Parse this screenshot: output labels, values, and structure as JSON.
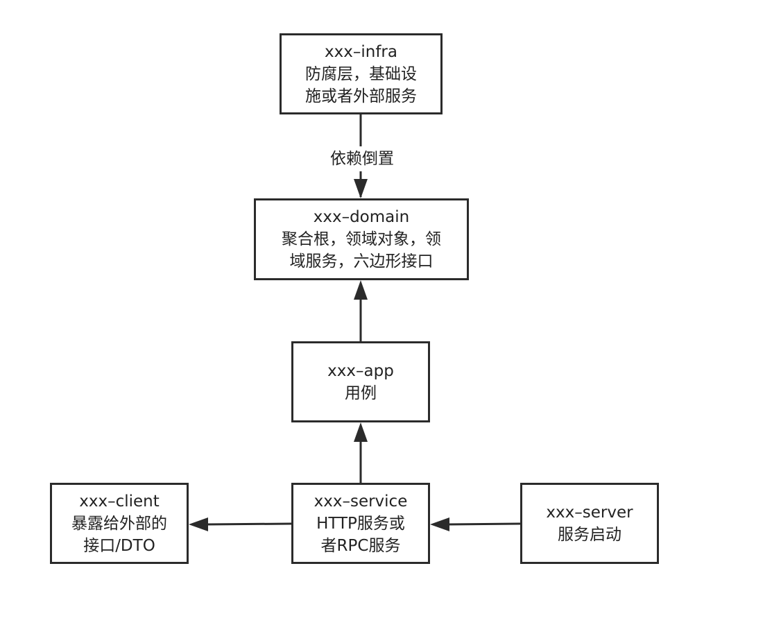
{
  "nodes": {
    "infra": {
      "lines": [
        "xxx–infra",
        "防腐层，基础设",
        "施或者外部服务"
      ]
    },
    "domain": {
      "lines": [
        "xxx–domain",
        "聚合根，领域对象，领",
        "域服务，六边形接口"
      ]
    },
    "app": {
      "lines": [
        "xxx–app",
        "用例"
      ]
    },
    "client": {
      "lines": [
        "xxx–client",
        "暴露给外部的",
        "接口/DTO"
      ]
    },
    "service": {
      "lines": [
        "xxx–service",
        "HTTP服务或",
        "者RPC服务"
      ]
    },
    "server": {
      "lines": [
        "xxx–server",
        "服务启动"
      ]
    }
  },
  "edges": {
    "infra_to_domain": {
      "label": "依赖倒置"
    }
  },
  "colors": {
    "stroke": "#2b2b2b",
    "text": "#222222",
    "background": "#ffffff"
  }
}
